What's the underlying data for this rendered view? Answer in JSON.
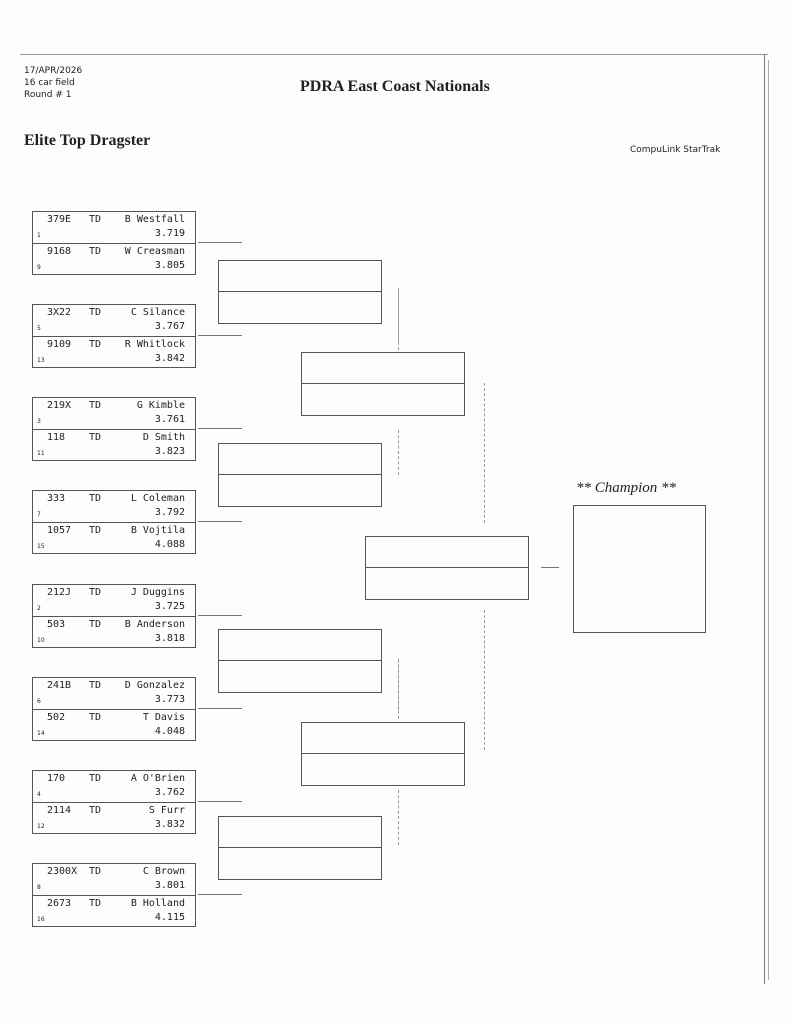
{
  "header": {
    "date": "17/APR/2026",
    "field": "16 car field",
    "round": "Round # 1",
    "event": "PDRA East Coast Nationals",
    "class": "Elite Top Dragster",
    "software": "CompuLink StarTrak"
  },
  "champion_label": "** Champion **",
  "pairs": [
    [
      {
        "car": "379E",
        "cls": "TD",
        "driver": "B Westfall",
        "et": "3.719",
        "seed": "1"
      },
      {
        "car": "9168",
        "cls": "TD",
        "driver": "W Creasman",
        "et": "3.805",
        "seed": "9"
      }
    ],
    [
      {
        "car": "3X22",
        "cls": "TD",
        "driver": "C Silance",
        "et": "3.767",
        "seed": "5"
      },
      {
        "car": "9109",
        "cls": "TD",
        "driver": "R Whitlock",
        "et": "3.842",
        "seed": "13"
      }
    ],
    [
      {
        "car": "219X",
        "cls": "TD",
        "driver": "G Kimble",
        "et": "3.761",
        "seed": "3"
      },
      {
        "car": "118",
        "cls": "TD",
        "driver": "D Smith",
        "et": "3.823",
        "seed": "11"
      }
    ],
    [
      {
        "car": "333",
        "cls": "TD",
        "driver": "L Coleman",
        "et": "3.792",
        "seed": "7"
      },
      {
        "car": "1057",
        "cls": "TD",
        "driver": "B Vojtila",
        "et": "4.088",
        "seed": "15"
      }
    ],
    [
      {
        "car": "212J",
        "cls": "TD",
        "driver": "J Duggins",
        "et": "3.725",
        "seed": "2"
      },
      {
        "car": "503",
        "cls": "TD",
        "driver": "B Anderson",
        "et": "3.818",
        "seed": "10"
      }
    ],
    [
      {
        "car": "241B",
        "cls": "TD",
        "driver": "D Gonzalez",
        "et": "3.773",
        "seed": "6"
      },
      {
        "car": "502",
        "cls": "TD",
        "driver": "T Davis",
        "et": "4.048",
        "seed": "14"
      }
    ],
    [
      {
        "car": "170",
        "cls": "TD",
        "driver": "A O'Brien",
        "et": "3.762",
        "seed": "4"
      },
      {
        "car": "2114",
        "cls": "TD",
        "driver": "S Furr",
        "et": "3.832",
        "seed": "12"
      }
    ],
    [
      {
        "car": "2300X",
        "cls": "TD",
        "driver": "C Brown",
        "et": "3.801",
        "seed": "8"
      },
      {
        "car": "2673",
        "cls": "TD",
        "driver": "B Holland",
        "et": "4.115",
        "seed": "16"
      }
    ]
  ]
}
